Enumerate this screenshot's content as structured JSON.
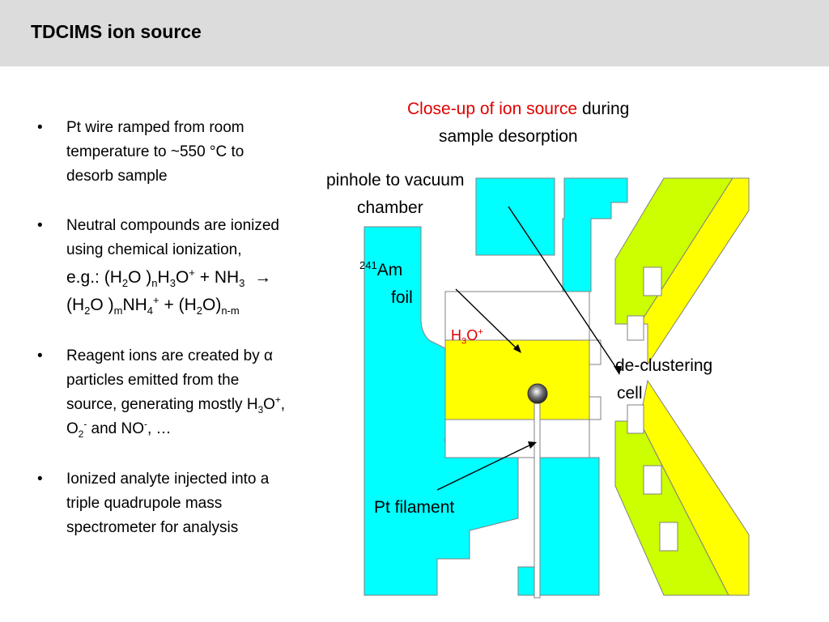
{
  "slide": {
    "title": "TDCIMS ion source"
  },
  "bullets": [
    {
      "text": "Pt wire ramped from room temperature to ~550 °C to desorb sample"
    },
    {
      "text": "Neutral compounds are ionized using chemical ionization, e.g.: (H2O )nH3O+ + NH3 → (H2O )mNH4+ + (H2O)n-m"
    },
    {
      "text": "Reagent ions are created by α particles emitted from the source, generating mostly H3O+, O2- and NO-, …"
    },
    {
      "text": "Ionized analyte injected into a triple quadrupole mass spectrometer for analysis"
    }
  ],
  "diagram": {
    "caption_red": "Close-up of ion source",
    "caption_rest": " during sample desorption",
    "labels": {
      "pinhole": "pinhole to vacuum chamber",
      "am_foil": "241Am foil",
      "h3o": "H3O+",
      "declustering": "de-clustering cell",
      "pt_filament": "Pt filament"
    },
    "colors": {
      "cyan": "#00ffff",
      "yellow": "#ffff00",
      "yellow_green": "#ccff00",
      "red": "#e00000",
      "title_bar": "#dcdcdc"
    }
  }
}
